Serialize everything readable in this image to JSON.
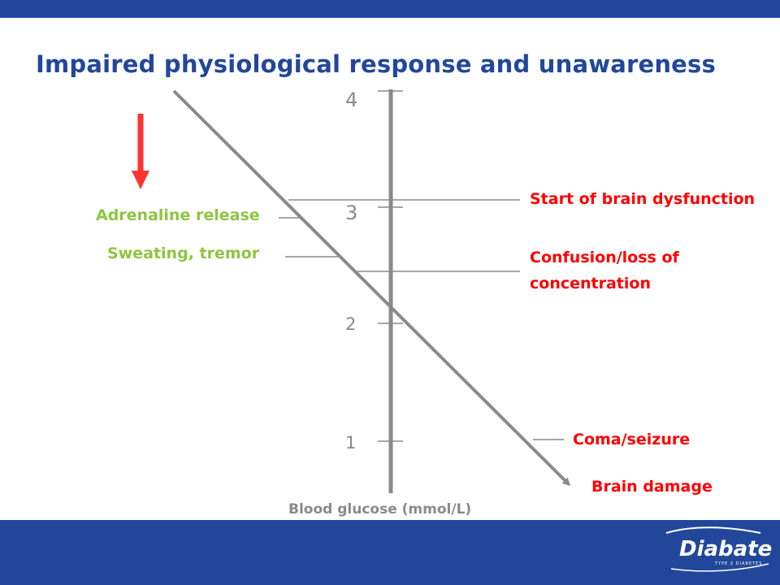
{
  "slide": {
    "title": "Impaired physiological response and unawareness"
  },
  "axis": {
    "label": "Blood glucose (mmol/L)",
    "ticks": [
      "4",
      "3",
      "2",
      "1"
    ]
  },
  "labels": {
    "adrenaline": "Adrenaline release",
    "sweating": "Sweating, tremor",
    "brain_dysfunction": "Start of brain dysfunction",
    "confusion_line1": "Confusion/loss of",
    "confusion_line2": "concentration",
    "coma": "Coma/seizure",
    "brain_damage": "Brain damage"
  },
  "logo": {
    "brand": "Diabate",
    "tagline": "TYPE 2 DIABETES"
  },
  "colors": {
    "brand_blue": "#22479a",
    "alert_red": "#ff0000",
    "response_green": "#8cc63f",
    "axis_gray": "#8a8a8a"
  }
}
